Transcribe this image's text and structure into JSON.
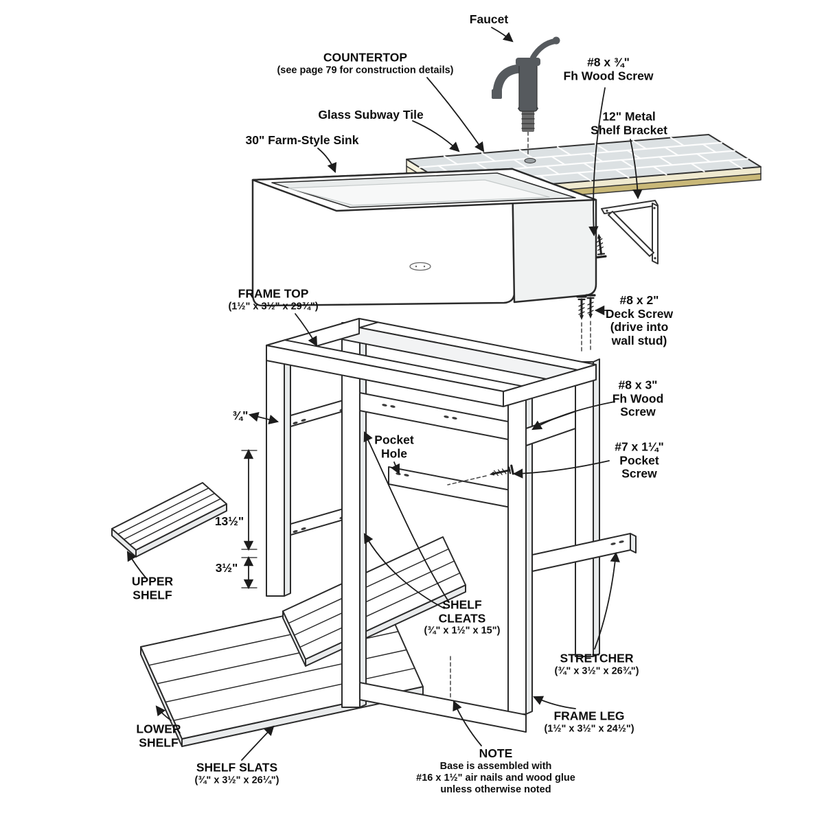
{
  "labels": {
    "faucet": {
      "title": "Faucet",
      "sub": ""
    },
    "countertop": {
      "title": "COUNTERTOP",
      "sub": "(see page 79 for construction details)"
    },
    "screw34": {
      "title": "#8 x ¾\"\nFh Wood Screw",
      "sub": ""
    },
    "bracket": {
      "title": "12\" Metal\nShelf Bracket",
      "sub": ""
    },
    "glass_tile": {
      "title": "Glass Subway Tile",
      "sub": ""
    },
    "sink": {
      "title": "30\" Farm-Style Sink",
      "sub": ""
    },
    "frame_top": {
      "title": "FRAME TOP",
      "sub": "(1½\" x 3½\" x 29¾\")"
    },
    "deck_screw": {
      "title": "#8 x 2\"\nDeck Screw\n(drive into\nwall stud)",
      "sub": ""
    },
    "screw3": {
      "title": "#8 x 3\"\nFh Wood\nScrew",
      "sub": ""
    },
    "dim34": {
      "title": "¾\"",
      "sub": ""
    },
    "pocket_hole": {
      "title": "Pocket\nHole",
      "sub": ""
    },
    "pocket_screw": {
      "title": "#7 x 1¼\"\nPocket\nScrew",
      "sub": ""
    },
    "dim135": {
      "title": "13½\"",
      "sub": ""
    },
    "dim35": {
      "title": "3½\"",
      "sub": ""
    },
    "upper_shelf": {
      "title": "UPPER\nSHELF",
      "sub": ""
    },
    "shelf_cleats": {
      "title": "SHELF\nCLEATS",
      "sub": "(¾\" x 1½\" x 15\")"
    },
    "stretcher": {
      "title": "STRETCHER",
      "sub": "(¾\" x 3½\" x 26¾\")"
    },
    "frame_leg": {
      "title": "FRAME LEG",
      "sub": "(1½\" x 3½\" x 24½\")"
    },
    "lower_shelf": {
      "title": "LOWER\nSHELF",
      "sub": ""
    },
    "shelf_slats": {
      "title": "SHELF SLATS",
      "sub": "(¾\" x 3½\" x 26¼\")"
    },
    "note": {
      "title": "NOTE",
      "sub": "Base is assembled with\n#16 x 1½\" air nails and wood glue\nunless otherwise noted"
    }
  },
  "colors": {
    "line": "#1c1c1c",
    "tile": "#dce1e3",
    "counter_edge_light": "#efe9cf",
    "counter_edge_tan": "#c9b878",
    "shading": "#eceeef",
    "wood_white": "#ffffff"
  }
}
